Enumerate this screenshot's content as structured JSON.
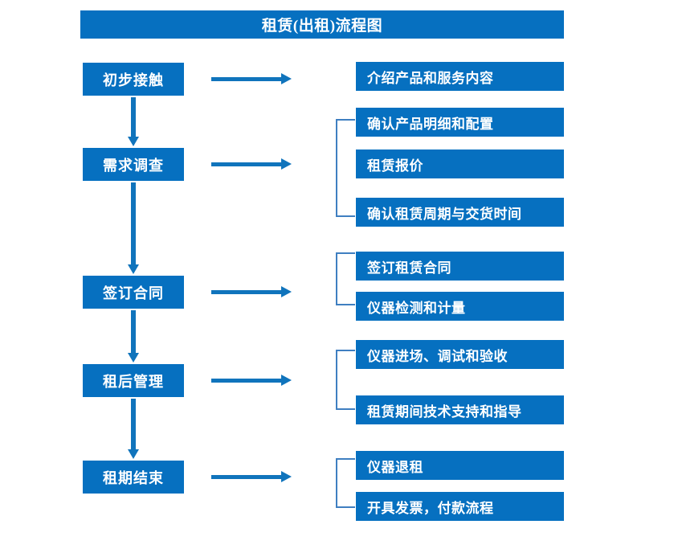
{
  "title": "租赁(出租)流程图",
  "colors": {
    "box_blue": "#0670c0",
    "arrow_blue": "#1074bc",
    "bracket_blue": "#3f7fc1",
    "text_white": "#ffffff",
    "background": "#ffffff"
  },
  "stages": [
    {
      "label": "初步接触"
    },
    {
      "label": "需求调查"
    },
    {
      "label": "签订合同"
    },
    {
      "label": "租后管理"
    },
    {
      "label": "租期结束"
    }
  ],
  "details": [
    {
      "label": "介绍产品和服务内容"
    },
    {
      "label": "确认产品明细和配置"
    },
    {
      "label": "租赁报价"
    },
    {
      "label": "确认租赁周期与交货时间"
    },
    {
      "label": "签订租赁合同"
    },
    {
      "label": "仪器检测和计量"
    },
    {
      "label": "仪器进场、调试和验收"
    },
    {
      "label": "租赁期间技术支持和指导"
    },
    {
      "label": "仪器退租"
    },
    {
      "label": "开具发票，付款流程"
    }
  ],
  "groups": [
    {
      "stage": "初步接触",
      "details": [
        "介绍产品和服务内容"
      ]
    },
    {
      "stage": "需求调查",
      "details": [
        "确认产品明细和配置",
        "租赁报价",
        "确认租赁周期与交货时间"
      ]
    },
    {
      "stage": "签订合同",
      "details": [
        "签订租赁合同",
        "仪器检测和计量"
      ]
    },
    {
      "stage": "租后管理",
      "details": [
        "仪器进场、调试和验收",
        "租赁期间技术支持和指导"
      ]
    },
    {
      "stage": "租期结束",
      "details": [
        "仪器退租",
        "开具发票，付款流程"
      ]
    }
  ]
}
